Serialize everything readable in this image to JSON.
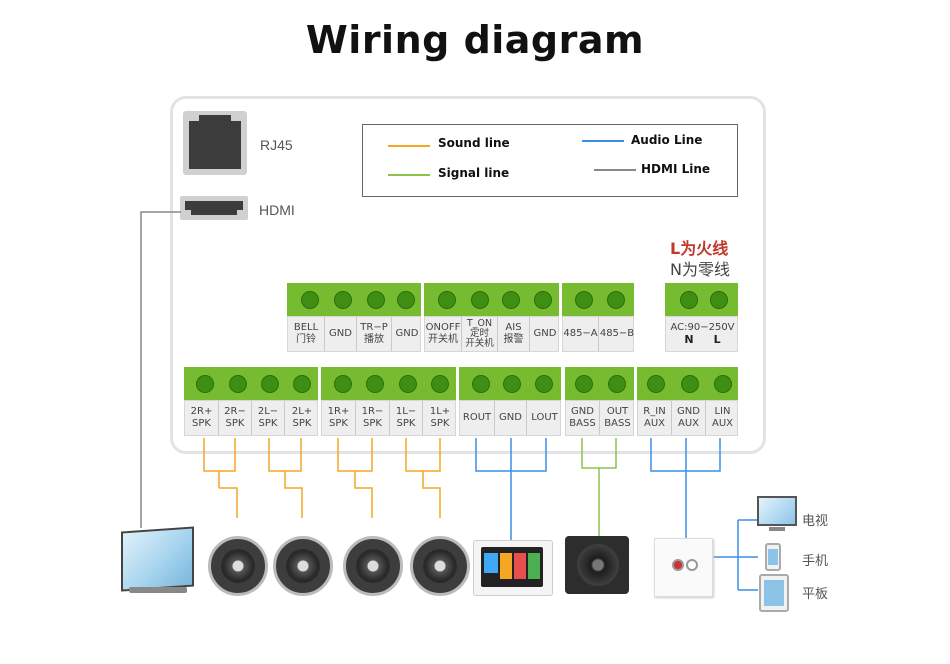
{
  "title": "Wiring diagram",
  "ports": {
    "rj45": "RJ45",
    "hdmi": "HDMI"
  },
  "legend": {
    "sound": "Sound line",
    "signal": "Signal line",
    "audio": "Audio Line",
    "hdmi": "HDMI Line",
    "colors": {
      "sound": "#f5a623",
      "signal": "#8bc34a",
      "audio": "#3a8ee6",
      "hdmi": "#888888"
    }
  },
  "power_note": {
    "l": "L为火线",
    "n": "N为零线"
  },
  "top_terminals": [
    {
      "id": "bell-gnd-tr",
      "cells": [
        [
          "BELL",
          "门铃"
        ],
        [
          "GND"
        ],
        [
          "TR−P",
          "播放"
        ],
        [
          "GND"
        ]
      ]
    },
    {
      "id": "onoff-ais",
      "cells": [
        [
          "ONOFF",
          "开关机"
        ],
        [
          "T_ON",
          "定时",
          "开关机"
        ],
        [
          "AIS",
          "报警"
        ],
        [
          "GND"
        ]
      ]
    },
    {
      "id": "rs485",
      "cells": [
        [
          "485−A"
        ],
        [
          "485−B"
        ]
      ]
    },
    {
      "id": "power",
      "cells": [
        [
          "AC:90−250V"
        ]
      ],
      "sub": [
        "N",
        "L"
      ]
    }
  ],
  "bottom_terminals": [
    {
      "id": "spk2",
      "cells": [
        [
          "2R+",
          "SPK"
        ],
        [
          "2R−",
          "SPK"
        ],
        [
          "2L−",
          "SPK"
        ],
        [
          "2L+",
          "SPK"
        ]
      ]
    },
    {
      "id": "spk1",
      "cells": [
        [
          "1R+",
          "SPK"
        ],
        [
          "1R−",
          "SPK"
        ],
        [
          "1L−",
          "SPK"
        ],
        [
          "1L+",
          "SPK"
        ]
      ]
    },
    {
      "id": "lineout",
      "cells": [
        [
          "ROUT"
        ],
        [
          "GND"
        ],
        [
          "LOUT"
        ]
      ]
    },
    {
      "id": "bass",
      "cells": [
        [
          "GND",
          "BASS"
        ],
        [
          "OUT",
          "BASS"
        ]
      ]
    },
    {
      "id": "aux",
      "cells": [
        [
          "R_IN",
          "AUX"
        ],
        [
          "GND",
          "AUX"
        ],
        [
          "LIN",
          "AUX"
        ]
      ]
    }
  ],
  "devices": {
    "tv": "电视",
    "phone": "手机",
    "tablet": "平板"
  }
}
